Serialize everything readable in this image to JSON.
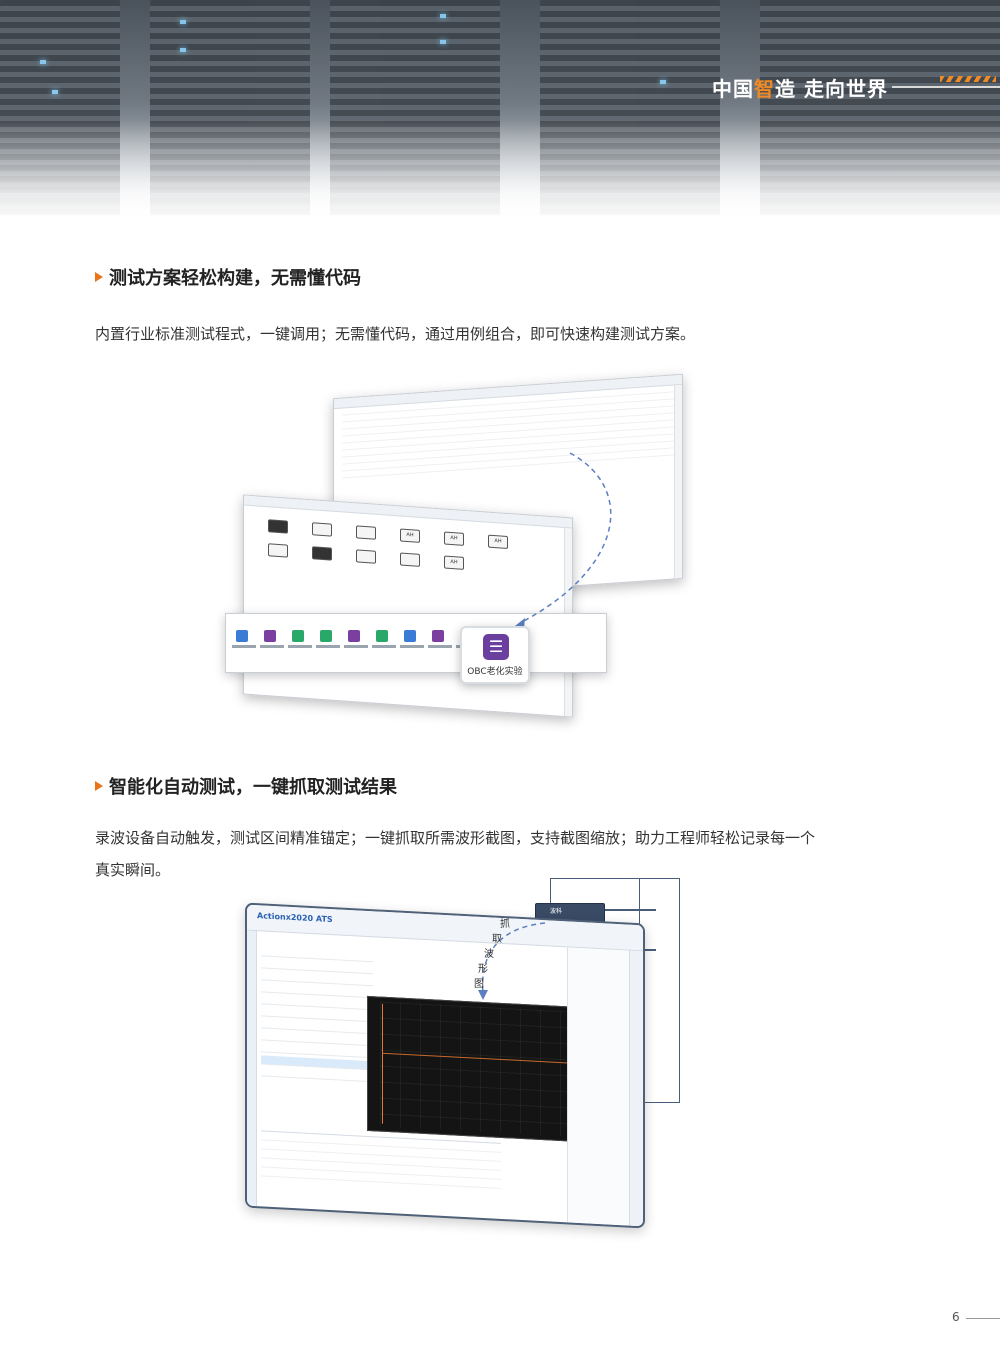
{
  "header": {
    "slogan_part1": "中国",
    "slogan_highlight": "智",
    "slogan_part2": "造",
    "slogan_part3": "走向世界",
    "accent_color": "#f08a24"
  },
  "section1": {
    "title": "测试方案轻松构建，无需懂代码",
    "body": "内置行业标准测试程式，一键调用；无需懂代码，通过用例组合，即可快速构建测试方案。",
    "illustration": {
      "callout_label": "OBC老化实验"
    }
  },
  "section2": {
    "title": "智能化自动测试，一键抓取测试结果",
    "body_line1": "录波设备自动触发，测试区间精准锚定；一键抓取所需波形截图，支持截图缩放；助力工程师轻松记录每一个",
    "body_line2": "真实瞬间。",
    "illustration": {
      "app_brand": "Actionx2020 ATS",
      "device_tag": "波科",
      "arrow_label": [
        "抓",
        "取",
        "波",
        "形",
        "图"
      ]
    }
  },
  "footer": {
    "page_number": "6"
  },
  "icons": [
    "section-triangle-icon",
    "obc-layers-icon",
    "grab-arrow-icon"
  ]
}
